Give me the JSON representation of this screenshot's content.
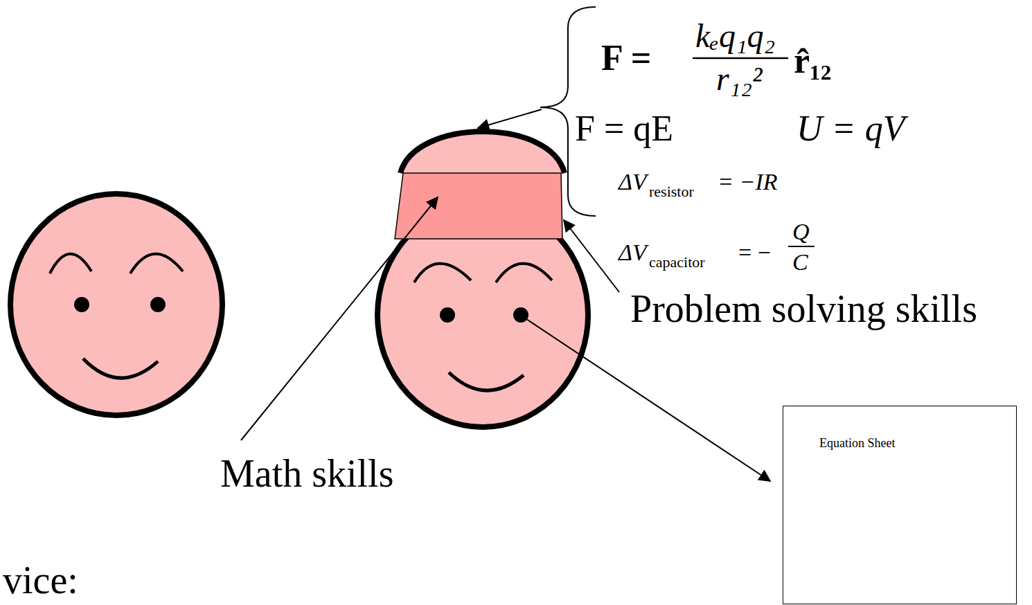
{
  "diagram": {
    "nodes": [
      {
        "text": [
          "Equation Sheet"
        ]
      }
    ],
    "labels": [
      "F =",
      "kₑq₁q₂",
      "r₁₂²",
      "r̂₁₂",
      "F = qE",
      "U = qV",
      "ΔV",
      "resistor",
      "= −IR",
      "ΔV",
      "capacitor",
      "= −",
      "Q",
      "C",
      "Problem solving skills",
      "Math skills",
      "vice:"
    ]
  }
}
